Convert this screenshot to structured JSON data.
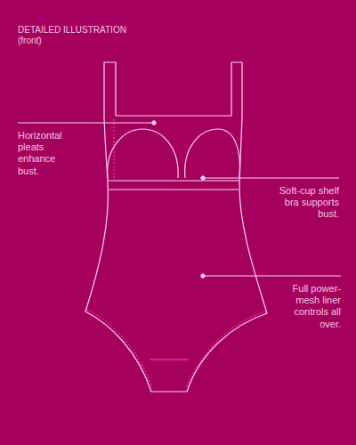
{
  "diagram": {
    "title": "DETAILED ILLUSTRATION (front)",
    "labels": [
      "Horizontal pleats enhance bust.",
      "Soft-cup shelf bra supports bust.",
      "Full power-mesh liner controls all over."
    ]
  }
}
